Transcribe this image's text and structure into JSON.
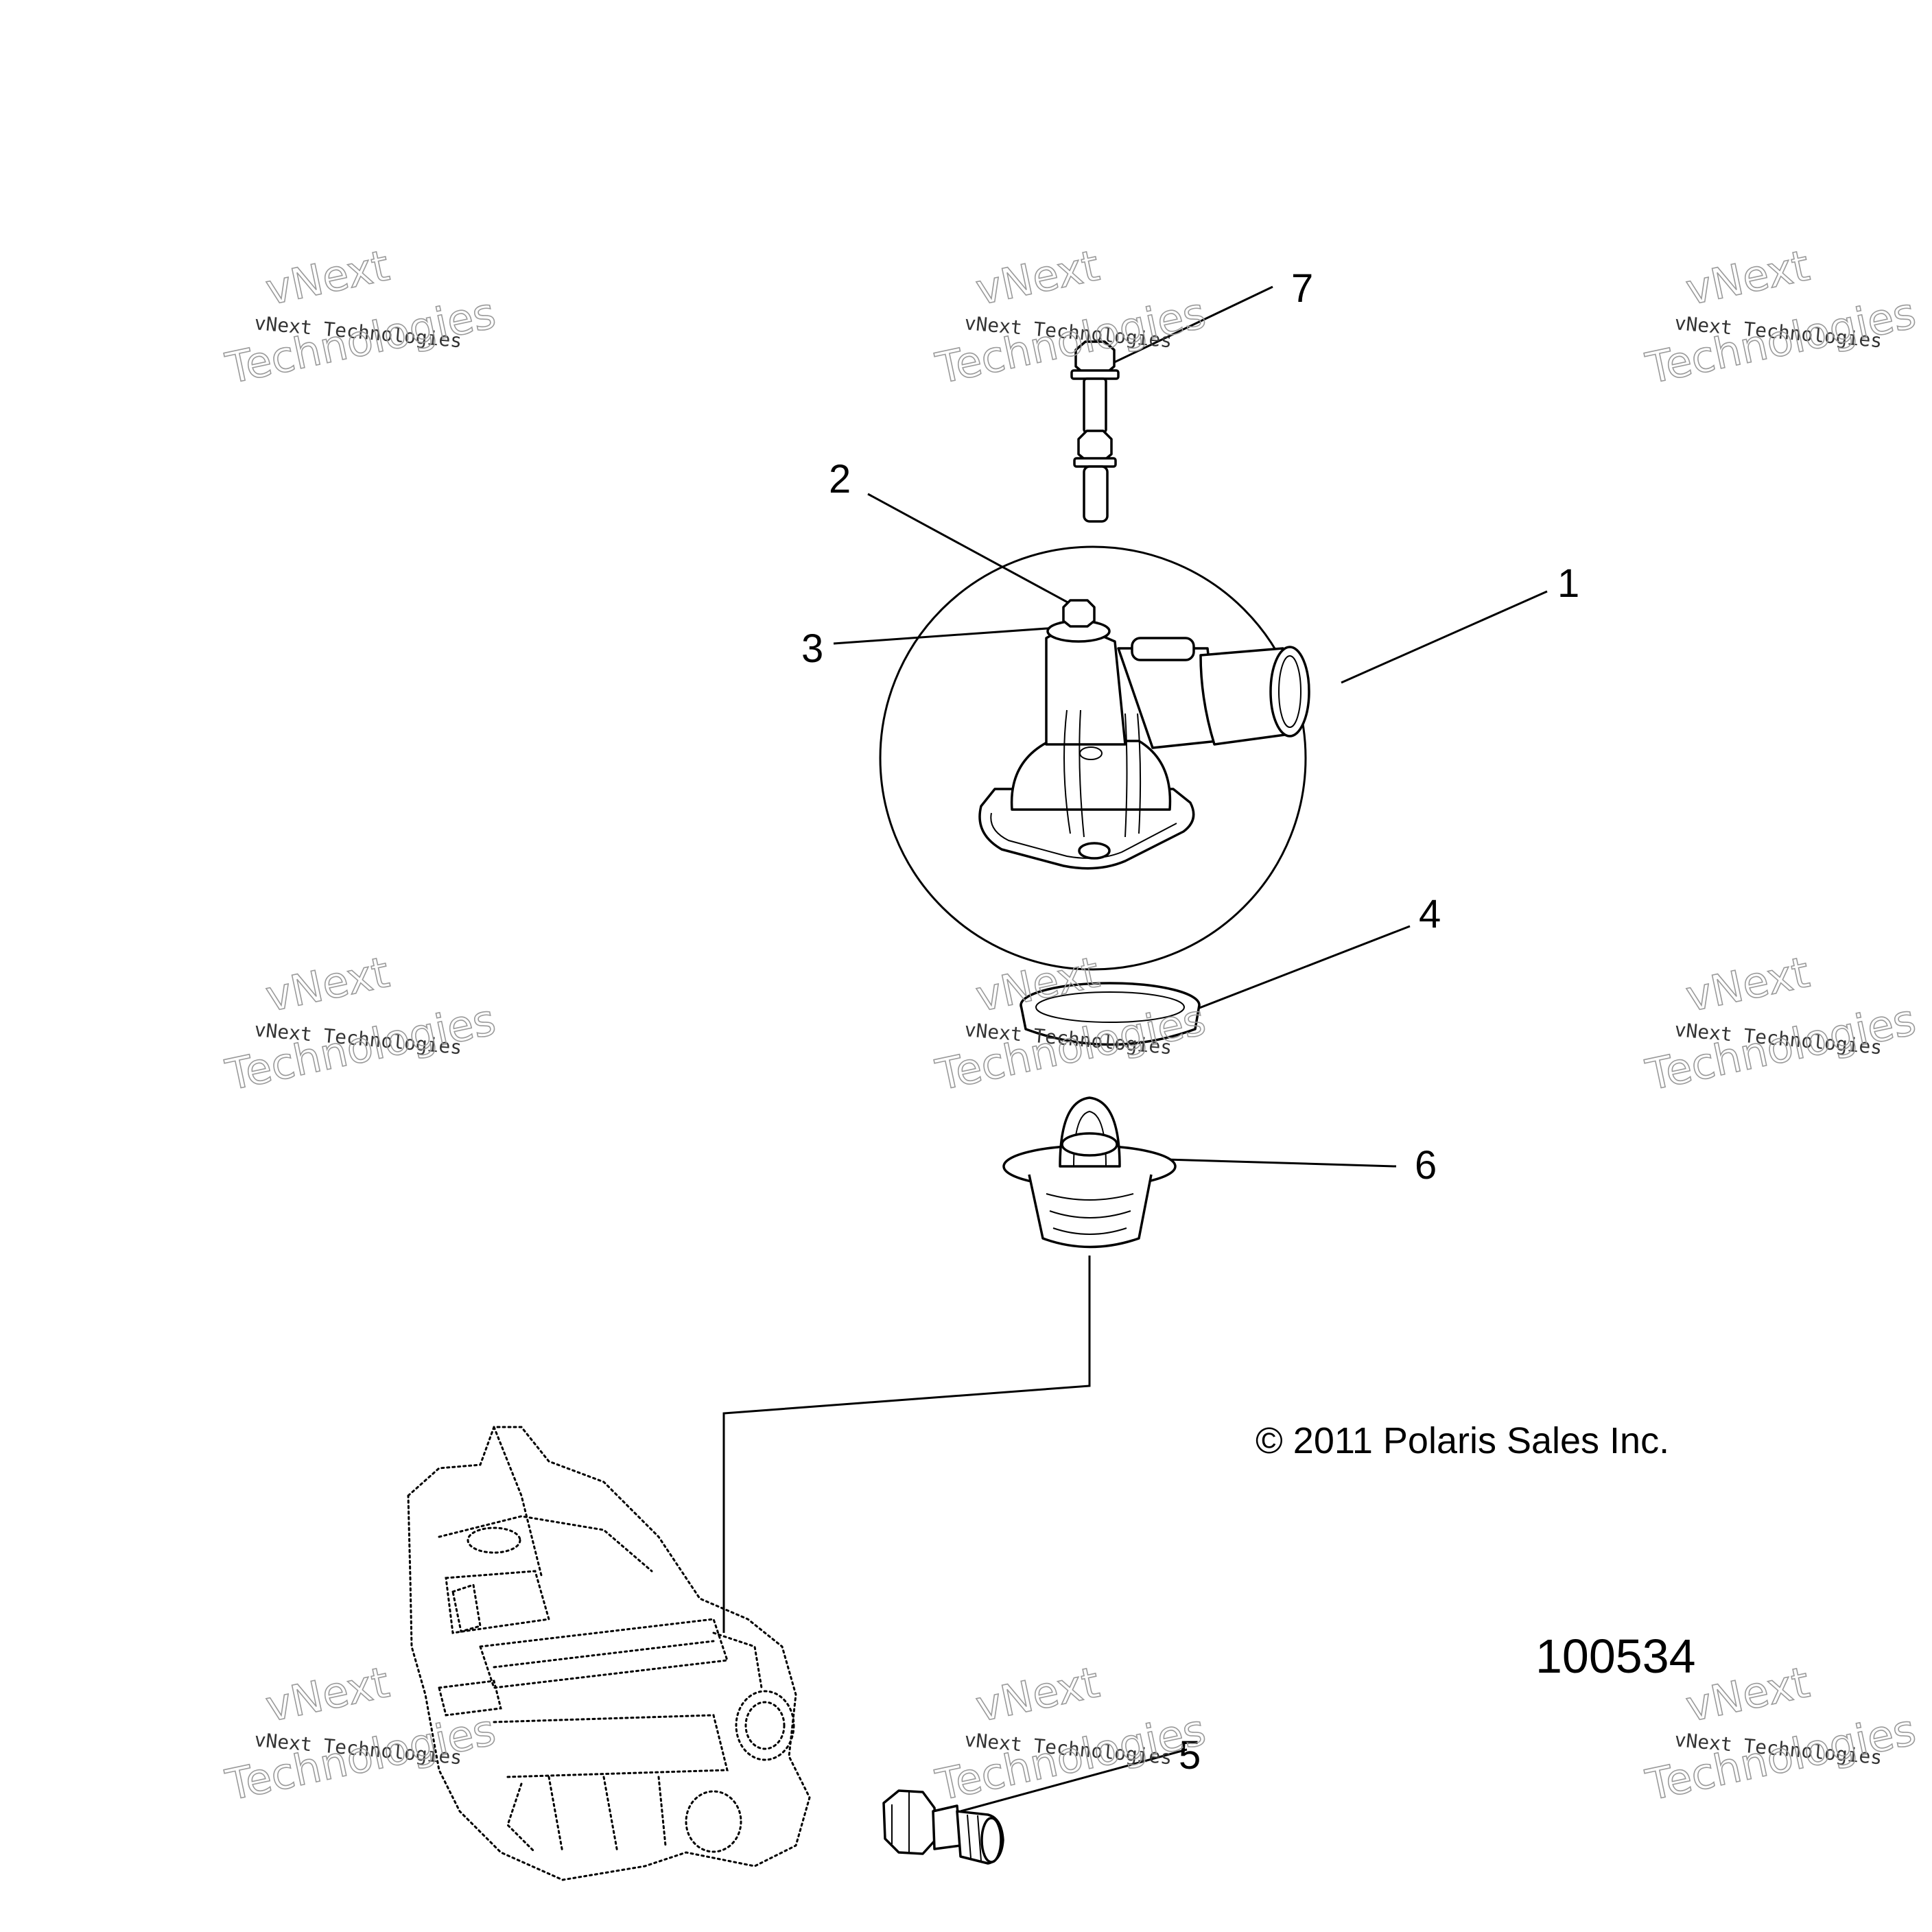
{
  "callouts": [
    {
      "id": "1",
      "label": "1"
    },
    {
      "id": "2",
      "label": "2"
    },
    {
      "id": "3",
      "label": "3"
    },
    {
      "id": "4",
      "label": "4"
    },
    {
      "id": "5",
      "label": "5"
    },
    {
      "id": "6",
      "label": "6"
    },
    {
      "id": "7",
      "label": "7"
    }
  ],
  "copyright": "© 2011 Polaris Sales Inc.",
  "part_number": "100534",
  "watermark": {
    "line1": "vNext Technologies",
    "brand_top": "vNext",
    "brand_bottom": "Technologies"
  },
  "icons": [
    "thermostat-housing-icon",
    "bolt-icon",
    "seal-ring-icon",
    "thermostat-icon",
    "hose-fitting-icon",
    "engine-block-icon"
  ]
}
